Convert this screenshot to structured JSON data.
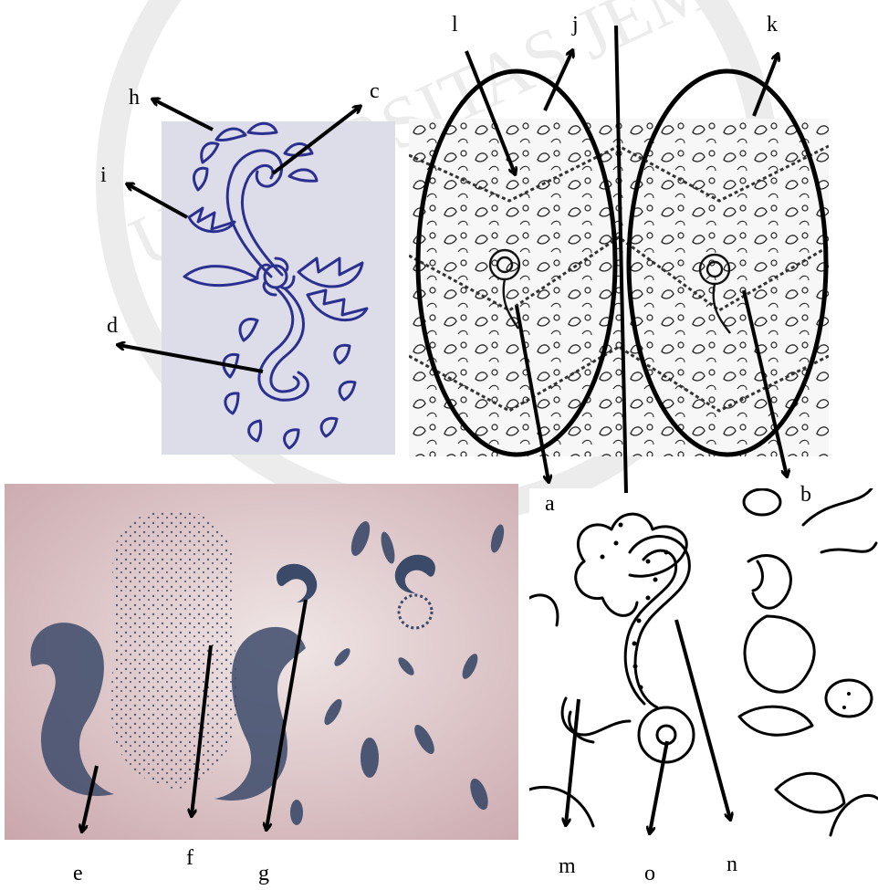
{
  "labels": {
    "a": "a",
    "b": "b",
    "c": "c",
    "d": "d",
    "e": "e",
    "f": "f",
    "g": "g",
    "h": "h",
    "i": "i",
    "j": "j",
    "k": "k",
    "l": "l",
    "m": "m",
    "n": "n",
    "o": "o"
  },
  "watermark_text": "UNIVERSITAS JEMBER",
  "colors": {
    "sketch_ink": "#2b2f8f",
    "sketch_paper": "#dcdde9",
    "batik_cloth": "#d9c3c6",
    "batik_indigo": "#3c4a6a",
    "arrow": "#000000"
  }
}
